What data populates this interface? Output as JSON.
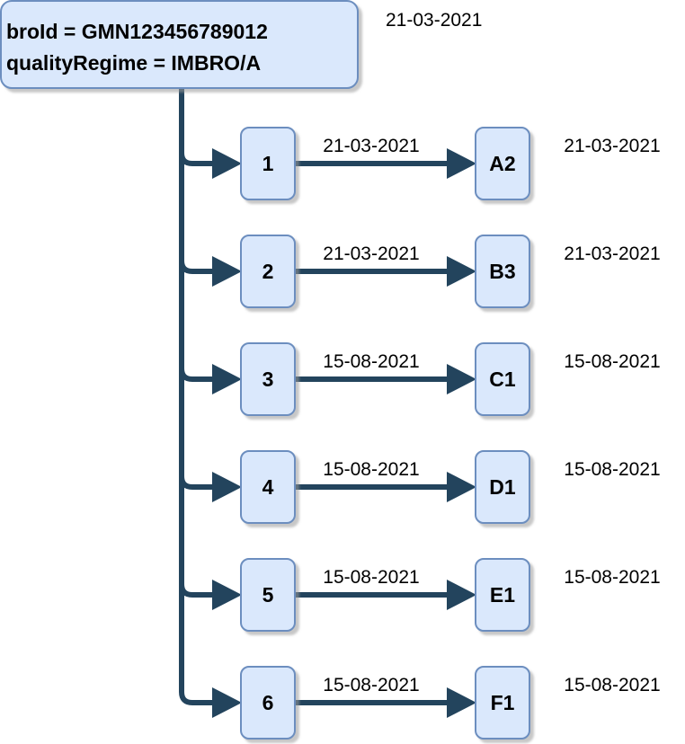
{
  "root": {
    "line1": "broId = GMN123456789012",
    "line2": "qualityRegime = IMBRO/A",
    "date": "21-03-2021"
  },
  "rows": [
    {
      "number": "1",
      "arrow_date": "21-03-2021",
      "code": "A2",
      "code_date": "21-03-2021"
    },
    {
      "number": "2",
      "arrow_date": "21-03-2021",
      "code": "B3",
      "code_date": "21-03-2021"
    },
    {
      "number": "3",
      "arrow_date": "15-08-2021",
      "code": "C1",
      "code_date": "15-08-2021"
    },
    {
      "number": "4",
      "arrow_date": "15-08-2021",
      "code": "D1",
      "code_date": "15-08-2021"
    },
    {
      "number": "5",
      "arrow_date": "15-08-2021",
      "code": "E1",
      "code_date": "15-08-2021"
    },
    {
      "number": "6",
      "arrow_date": "15-08-2021",
      "code": "F1",
      "code_date": "15-08-2021"
    }
  ],
  "colors": {
    "node_fill": "#dae8fc",
    "node_stroke": "#6c8ebf",
    "connector": "#23445d",
    "shadow": "#b3b3b3"
  }
}
